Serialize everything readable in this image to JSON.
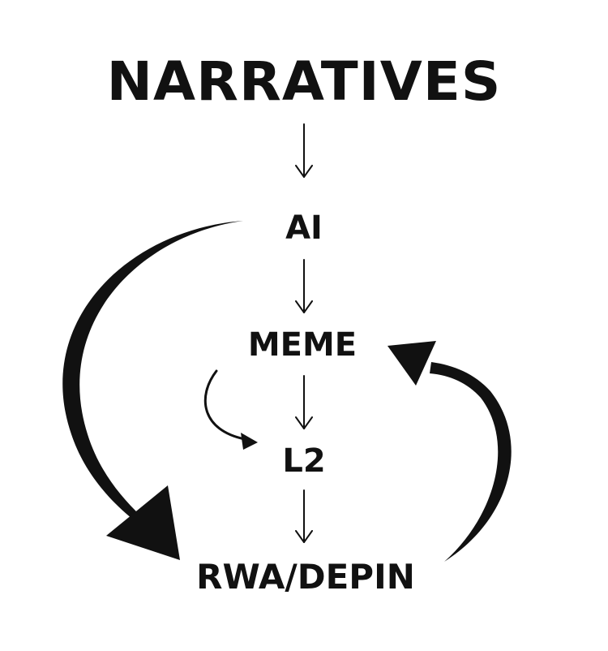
{
  "title": "NARRATIVES",
  "nodes": {
    "ai": "AI",
    "meme": "MEME",
    "l2": "L2",
    "rwa_depin": "RWA/DEPIN"
  },
  "edges": [
    {
      "from": "NARRATIVES",
      "to": "AI",
      "style": "thin"
    },
    {
      "from": "AI",
      "to": "MEME",
      "style": "thin"
    },
    {
      "from": "MEME",
      "to": "L2",
      "style": "thin"
    },
    {
      "from": "L2",
      "to": "RWA/DEPIN",
      "style": "thin"
    },
    {
      "from": "AI",
      "to": "RWA/DEPIN",
      "style": "thick-curved"
    },
    {
      "from": "RWA/DEPIN",
      "to": "MEME",
      "style": "thick-curved"
    },
    {
      "from": "MEME",
      "to": "L2",
      "style": "small-curved"
    }
  ],
  "colors": {
    "ink": "#111111",
    "background": "#ffffff"
  }
}
